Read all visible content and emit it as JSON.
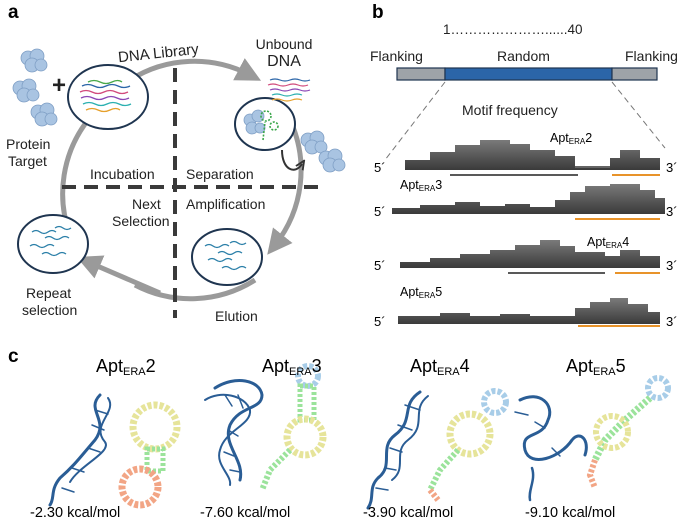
{
  "panel_a": {
    "label": "a",
    "dna_library": "DNA Library",
    "unbound": "Unbound",
    "dna": "DNA",
    "protein": "Protein",
    "target": "Target",
    "incubation": "Incubation",
    "separation": "Separation",
    "next": "Next",
    "selection": "Selection",
    "amplification": "Amplification",
    "repeat": "Repeat",
    "repeat_selection": "selection",
    "elution": "Elution",
    "plus": "+"
  },
  "panel_b": {
    "label": "b",
    "range": "1…………………......40",
    "flanking_left": "Flanking",
    "random": "Random",
    "flanking_right": "Flanking",
    "motif_title": "Motif frequency",
    "five_prime": "5´",
    "three_prime": "3´",
    "apt_prefix": "Apt",
    "apt_sub": "ERA",
    "tracks": [
      {
        "num": "2"
      },
      {
        "num": "3"
      },
      {
        "num": "4"
      },
      {
        "num": "5"
      }
    ]
  },
  "panel_c": {
    "label": "c",
    "apt_prefix": "Apt",
    "apt_sub": "ERA",
    "structures": [
      {
        "num": "2",
        "energy": "-2.30 kcal/mol"
      },
      {
        "num": "3",
        "energy": "-7.60 kcal/mol"
      },
      {
        "num": "4",
        "energy": "-3.90 kcal/mol"
      },
      {
        "num": "5",
        "energy": "-9.10 kcal/mol"
      }
    ]
  },
  "colors": {
    "random_bar": "#2b65a8",
    "flank_bar": "#9ea3a8",
    "profile": "#555555",
    "orange_line": "#e8932a",
    "black_line": "#222222",
    "cycle_arrow": "#9a9a9a",
    "protein": "#a9c4e2",
    "helix": "#2a5d95",
    "stem": "#9be39b",
    "loop_yellow": "#e6e49a",
    "loop_orange": "#f2a585",
    "loop_blue": "#a8cde8"
  }
}
